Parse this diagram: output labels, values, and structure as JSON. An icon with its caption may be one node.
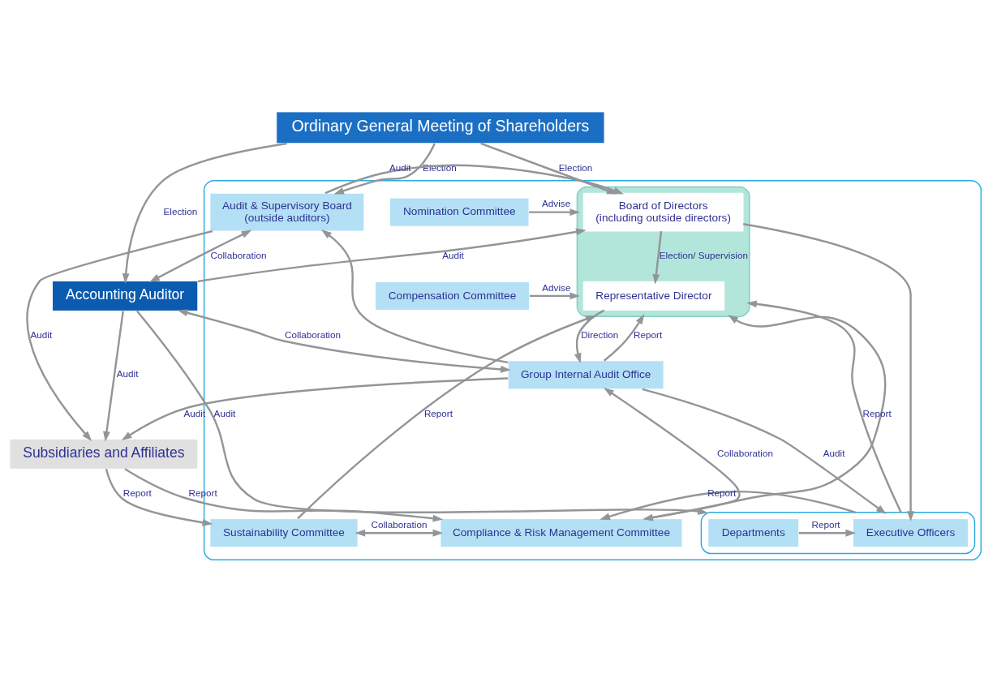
{
  "diagram": {
    "nodes": [
      {
        "text": [
          "Ordinary General Meeting of Shareholders"
        ]
      },
      {
        "text": [],
        "shape": "box"
      },
      {
        "text": [
          "Nomination Committee"
        ],
        "in": 1
      },
      {
        "text": [
          "Compensation Committee"
        ],
        "in": 1
      },
      {
        "text": [],
        "shape": "box",
        "in": 1
      },
      {
        "text": [
          "Board of Directors",
          "(including outside directors)"
        ],
        "in": 4
      },
      {
        "text": [
          "Representative Director"
        ],
        "in": 4
      },
      {
        "text": [
          "Audit & Supervisory Board",
          "(outside auditors)"
        ],
        "in": 1
      },
      {
        "text": [
          "Sustainability Committee"
        ],
        "in": 1
      },
      {
        "text": [
          "Compliance & Risk Management Committee"
        ],
        "in": 1
      },
      {
        "text": [],
        "shape": "box",
        "in": 1
      },
      {
        "text": [
          "Executive Officers"
        ],
        "in": 10
      },
      {
        "text": [
          "Departments"
        ],
        "in": 10
      },
      {
        "text": [
          "Group Internal Audit Office"
        ],
        "in": 1
      },
      {
        "text": [
          "Accounting Auditor"
        ]
      },
      {
        "text": [
          "Subsidiaries and Affiliates"
        ]
      }
    ],
    "edges": [
      {
        "from": 0,
        "to": 5,
        "arrow": "to",
        "label": "Election"
      },
      {
        "from": 0,
        "to": 7,
        "arrow": "to",
        "label": "Election"
      },
      {
        "from": 0,
        "to": 14,
        "arrow": "to",
        "label": "Election"
      },
      {
        "from": 2,
        "to": 4,
        "arrow": "to",
        "label": "Advise"
      },
      {
        "from": 3,
        "to": 4,
        "arrow": "to",
        "label": "Advise"
      },
      {
        "from": 7,
        "to": 5,
        "arrow": "to",
        "label": "Audit"
      },
      {
        "from": 14,
        "to": 5,
        "arrow": "to",
        "label": "Audit"
      },
      {
        "from": 7,
        "to": 14,
        "arrow": "both",
        "label": "Collaboration"
      },
      {
        "from": 5,
        "to": 6,
        "arrow": "to",
        "label": "Election/ Supervision"
      },
      {
        "from": 5,
        "to": 11,
        "arrow": "to"
      },
      {
        "from": 8,
        "to": 4,
        "arrow": "to",
        "label": "Report"
      },
      {
        "from": 9,
        "to": 4,
        "arrow": "to"
      },
      {
        "from": 8,
        "to": 9,
        "arrow": "both",
        "label": "Collaboration"
      },
      {
        "from": 10,
        "to": 4,
        "arrow": "to",
        "label": "Report"
      },
      {
        "from": 12,
        "to": 11,
        "arrow": "to",
        "label": "Report"
      },
      {
        "from": 14,
        "to": 10,
        "arrow": "to",
        "label": "Audit"
      },
      {
        "from": 10,
        "to": 9,
        "arrow": "to",
        "label": "Report"
      },
      {
        "from": 13,
        "to": 4,
        "arrow": "to",
        "label": "Report"
      },
      {
        "from": 6,
        "to": 13,
        "arrow": "to",
        "label": "Direction"
      },
      {
        "from": 13,
        "to": 10,
        "arrow": "to",
        "label": "Audit"
      },
      {
        "from": 13,
        "to": 9,
        "arrow": "both",
        "label": "Collaboration"
      },
      {
        "from": 13,
        "to": 14,
        "arrow": "both",
        "label": "Collaboration"
      },
      {
        "from": 13,
        "to": 7,
        "arrow": "to"
      },
      {
        "from": 7,
        "to": 15,
        "arrow": "to",
        "label": "Audit"
      },
      {
        "from": 13,
        "to": 15,
        "arrow": "to",
        "label": "Audit"
      },
      {
        "from": 15,
        "to": 8,
        "arrow": "to",
        "label": "Report"
      },
      {
        "from": 15,
        "to": 9,
        "arrow": "to",
        "label": "Report"
      },
      {
        "from": 14,
        "to": 15,
        "arrow": "to",
        "label": "Audit"
      }
    ]
  }
}
